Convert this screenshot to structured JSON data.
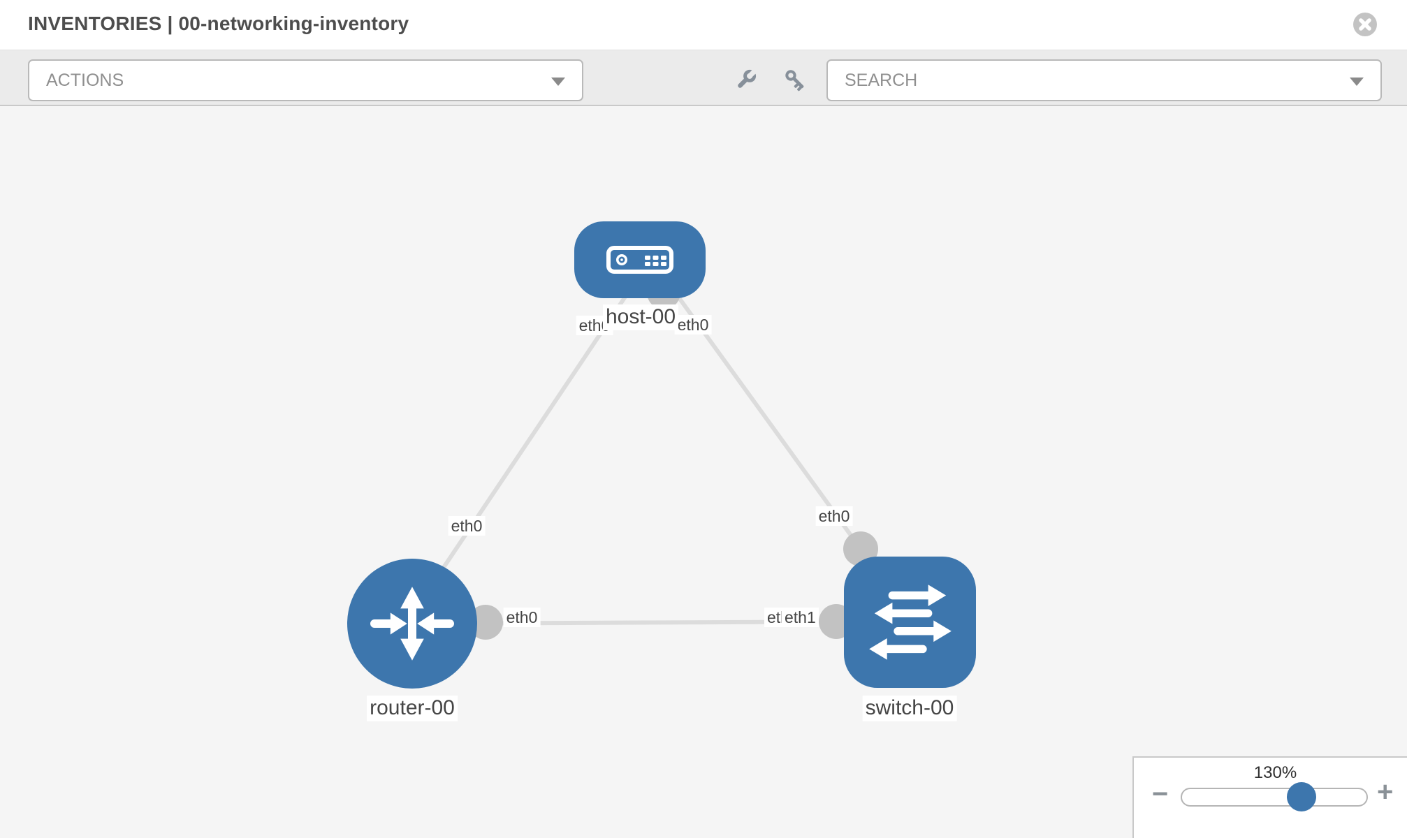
{
  "header": {
    "title": "INVENTORIES | 00-networking-inventory"
  },
  "toolbar": {
    "actions_dropdown": {
      "label": "ACTIONS"
    },
    "search_dropdown": {
      "placeholder": "SEARCH"
    },
    "tool_icons": [
      "wrench-icon",
      "key-icon"
    ]
  },
  "topology": {
    "nodes": [
      {
        "label": "host-00",
        "type": "host",
        "icon": "server-icon"
      },
      {
        "label": "router-00",
        "type": "router",
        "icon": "router-arrows-icon"
      },
      {
        "label": "switch-00",
        "type": "switch",
        "icon": "switch-arrows-icon"
      }
    ],
    "links": [
      {
        "from": "host-00",
        "to": "router-00",
        "host_side_label": "eth0",
        "router_side_label": "eth0"
      },
      {
        "from": "host-00",
        "to": "switch-00",
        "host_side_label": "eth0",
        "switch_side_label": "eth0"
      },
      {
        "from": "router-00",
        "to": "switch-00",
        "router_side_label": "eth0",
        "switch_side_label_back": "eth0",
        "switch_side_label_front": "eth1"
      }
    ],
    "colors": {
      "node_blue": "#3d76ad",
      "link_gray": "#dcdcdc",
      "port_gray": "#c2c2c2"
    }
  },
  "zoom_panel": {
    "value": "130%",
    "minus": "−",
    "plus": "+"
  }
}
